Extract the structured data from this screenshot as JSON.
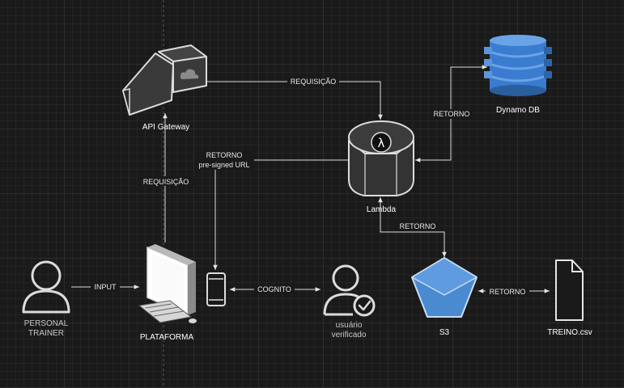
{
  "nodes": {
    "api_gateway": "API Gateway",
    "lambda": "Lambda",
    "dynamo": "Dynamo DB",
    "s3": "S3",
    "treino": "TREINO.csv",
    "plataforma": "PLATAFORMA",
    "personal_line1": "PERSONAL",
    "personal_line2": "TRAINER",
    "usuario_line1": "usuário",
    "usuario_line2": "verificado"
  },
  "edges": {
    "req_gateway_lambda": "REQUISIÇÃO",
    "req_platform_gateway": "REQUISIÇÃO",
    "retorno_dynamo": "RETORNO",
    "retorno_url_line1": "RETORNO",
    "retorno_url_line2": "pre-signed URL",
    "retorno_s3": "RETORNO",
    "retorno_treino": "RETORNO",
    "input": "INPUT",
    "cognito": "COGNITO"
  },
  "colors": {
    "background": "#1a1a1a",
    "s3_blue": "#4a8ad0",
    "dynamo_blue": "#3b7bd0",
    "dark_shape": "#2e2e2e"
  }
}
